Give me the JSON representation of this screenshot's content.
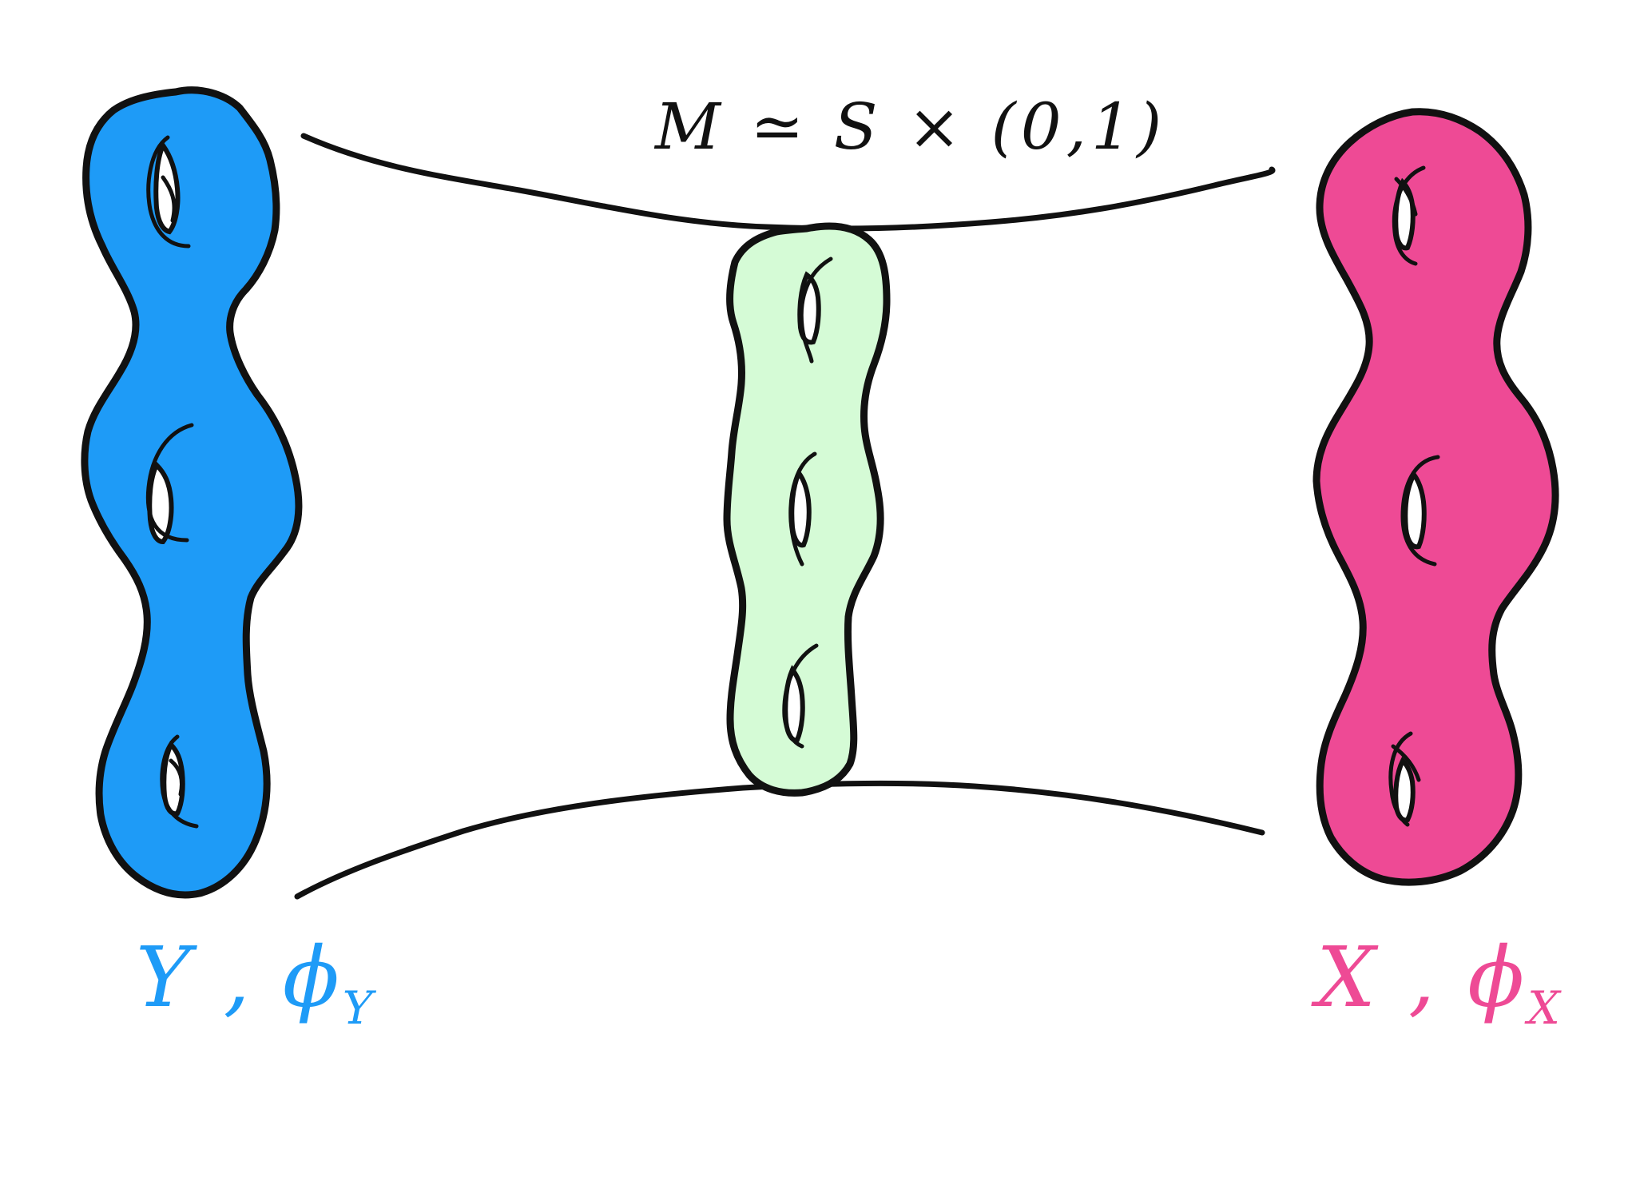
{
  "labels": {
    "cobordism": "M ≃ S × (0,1)",
    "left_surface_main": "Y , ϕ",
    "left_surface_sub": "Y",
    "right_surface_main": "X , ϕ",
    "right_surface_sub": "X"
  },
  "colors": {
    "left_surface": "#1E9BF7",
    "middle_surface": "#D5FBD6",
    "right_surface": "#EE4A95",
    "outline": "#111111",
    "left_label": "#1E9BF7",
    "right_label": "#EE4A95"
  },
  "surfaces": [
    {
      "name": "left-surface",
      "genus": 3
    },
    {
      "name": "middle-surface",
      "genus": 3
    },
    {
      "name": "right-surface",
      "genus": 3
    }
  ]
}
